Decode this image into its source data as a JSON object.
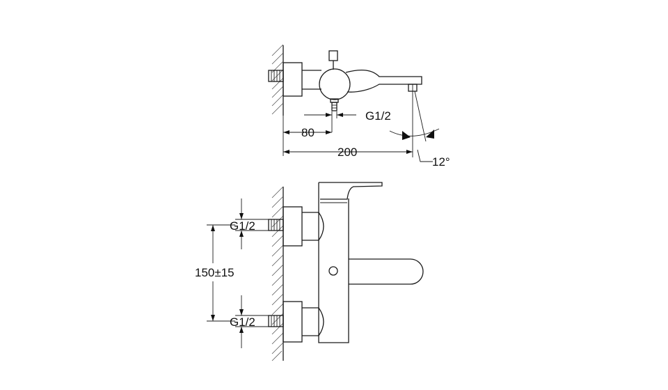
{
  "top_view": {
    "dim_thread": "G1/2",
    "dim_80": "80",
    "dim_200": "200",
    "dim_angle": "12°"
  },
  "front_view": {
    "thread_upper": "G1/2",
    "thread_lower": "G1/2",
    "dim_spacing": "150±15"
  }
}
